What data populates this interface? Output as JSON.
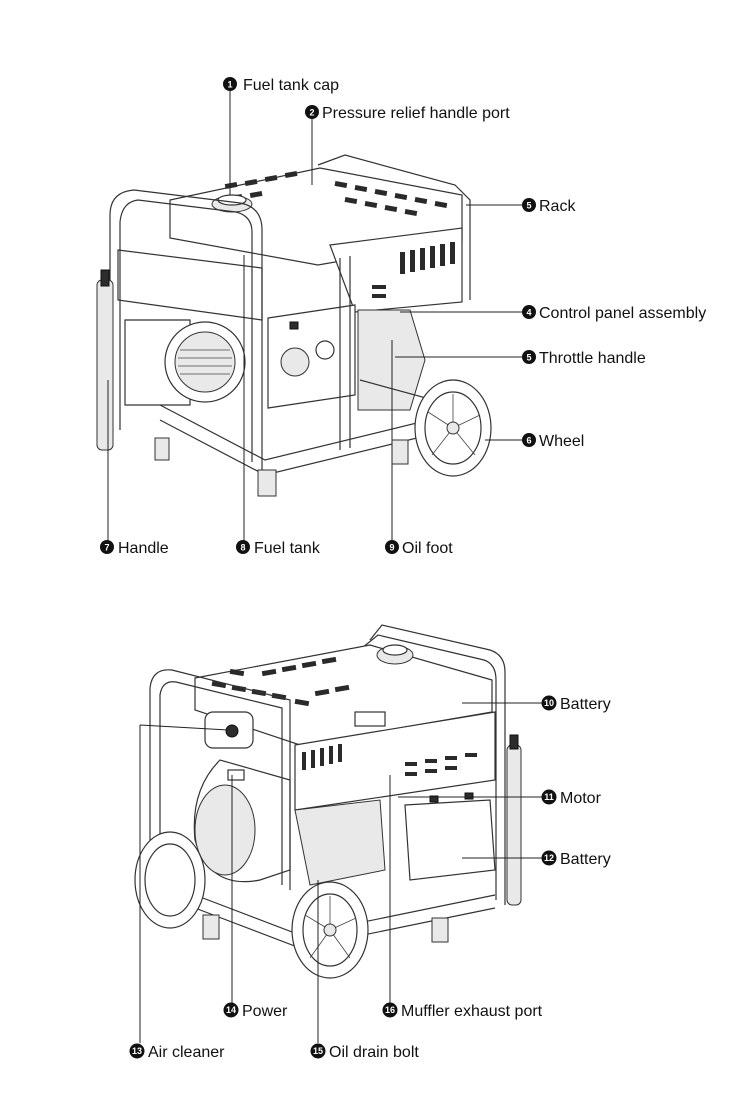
{
  "marker_color": "#111111",
  "diagram_top": {
    "labels": [
      {
        "num": "1",
        "text": "Fuel tank cap"
      },
      {
        "num": "2",
        "text": "Pressure relief handle port"
      },
      {
        "num": "5",
        "text": "Rack"
      },
      {
        "num": "4",
        "text": "Control panel assembly"
      },
      {
        "num": "5",
        "text": "Throttle handle"
      },
      {
        "num": "6",
        "text": "Wheel"
      },
      {
        "num": "7",
        "text": "Handle"
      },
      {
        "num": "8",
        "text": "Fuel tank"
      },
      {
        "num": "9",
        "text": "Oil foot"
      }
    ]
  },
  "diagram_bottom": {
    "labels": [
      {
        "num": "10",
        "text": "Battery"
      },
      {
        "num": "11",
        "text": "Motor"
      },
      {
        "num": "12",
        "text": "Battery"
      },
      {
        "num": "14",
        "text": "Power"
      },
      {
        "num": "16",
        "text": "Muffler exhaust port"
      },
      {
        "num": "13",
        "text": "Air cleaner"
      },
      {
        "num": "15",
        "text": "Oil drain bolt"
      }
    ]
  }
}
